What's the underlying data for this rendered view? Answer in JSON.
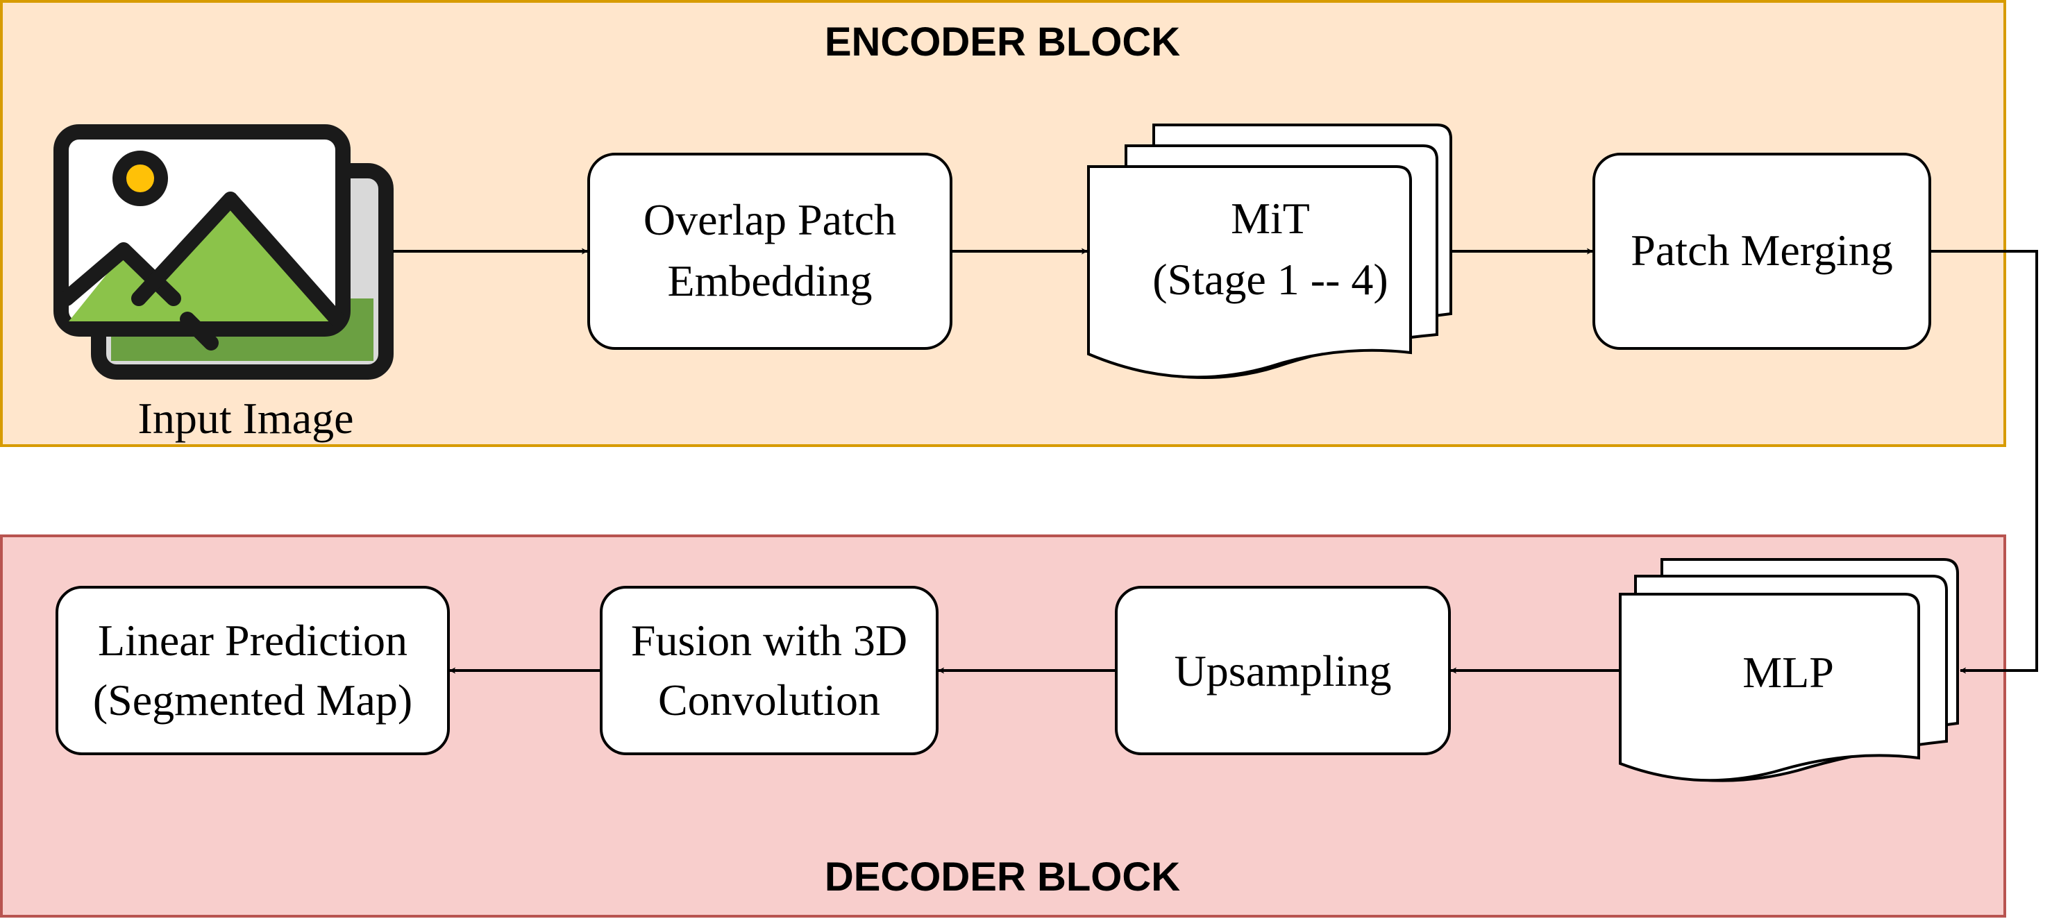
{
  "encoder": {
    "title": "ENCODER BLOCK",
    "fill": "#FFE6CC",
    "stroke": "#D79B00",
    "input_label": "Input Image",
    "nodes": {
      "overlap_patch": [
        "Overlap Patch",
        "Embedding"
      ],
      "mit": [
        "MiT",
        "(Stage 1 -- 4)"
      ],
      "patch_merging": "Patch Merging"
    }
  },
  "decoder": {
    "title": "DECODER BLOCK",
    "fill": "#F8CECC",
    "stroke": "#B85450",
    "nodes": {
      "mlp": "MLP",
      "upsampling": "Upsampling",
      "fusion": [
        "Fusion with 3D",
        "Convolution"
      ],
      "linear_prediction": [
        "Linear Prediction",
        "(Segmented Map)"
      ]
    }
  },
  "icon": {
    "name": "image-icon",
    "colors": {
      "sun": "#FFC107",
      "mountain": "#8BC34A",
      "mountain_dark": "#6BA042",
      "back_card": "#D9D9D9"
    }
  }
}
